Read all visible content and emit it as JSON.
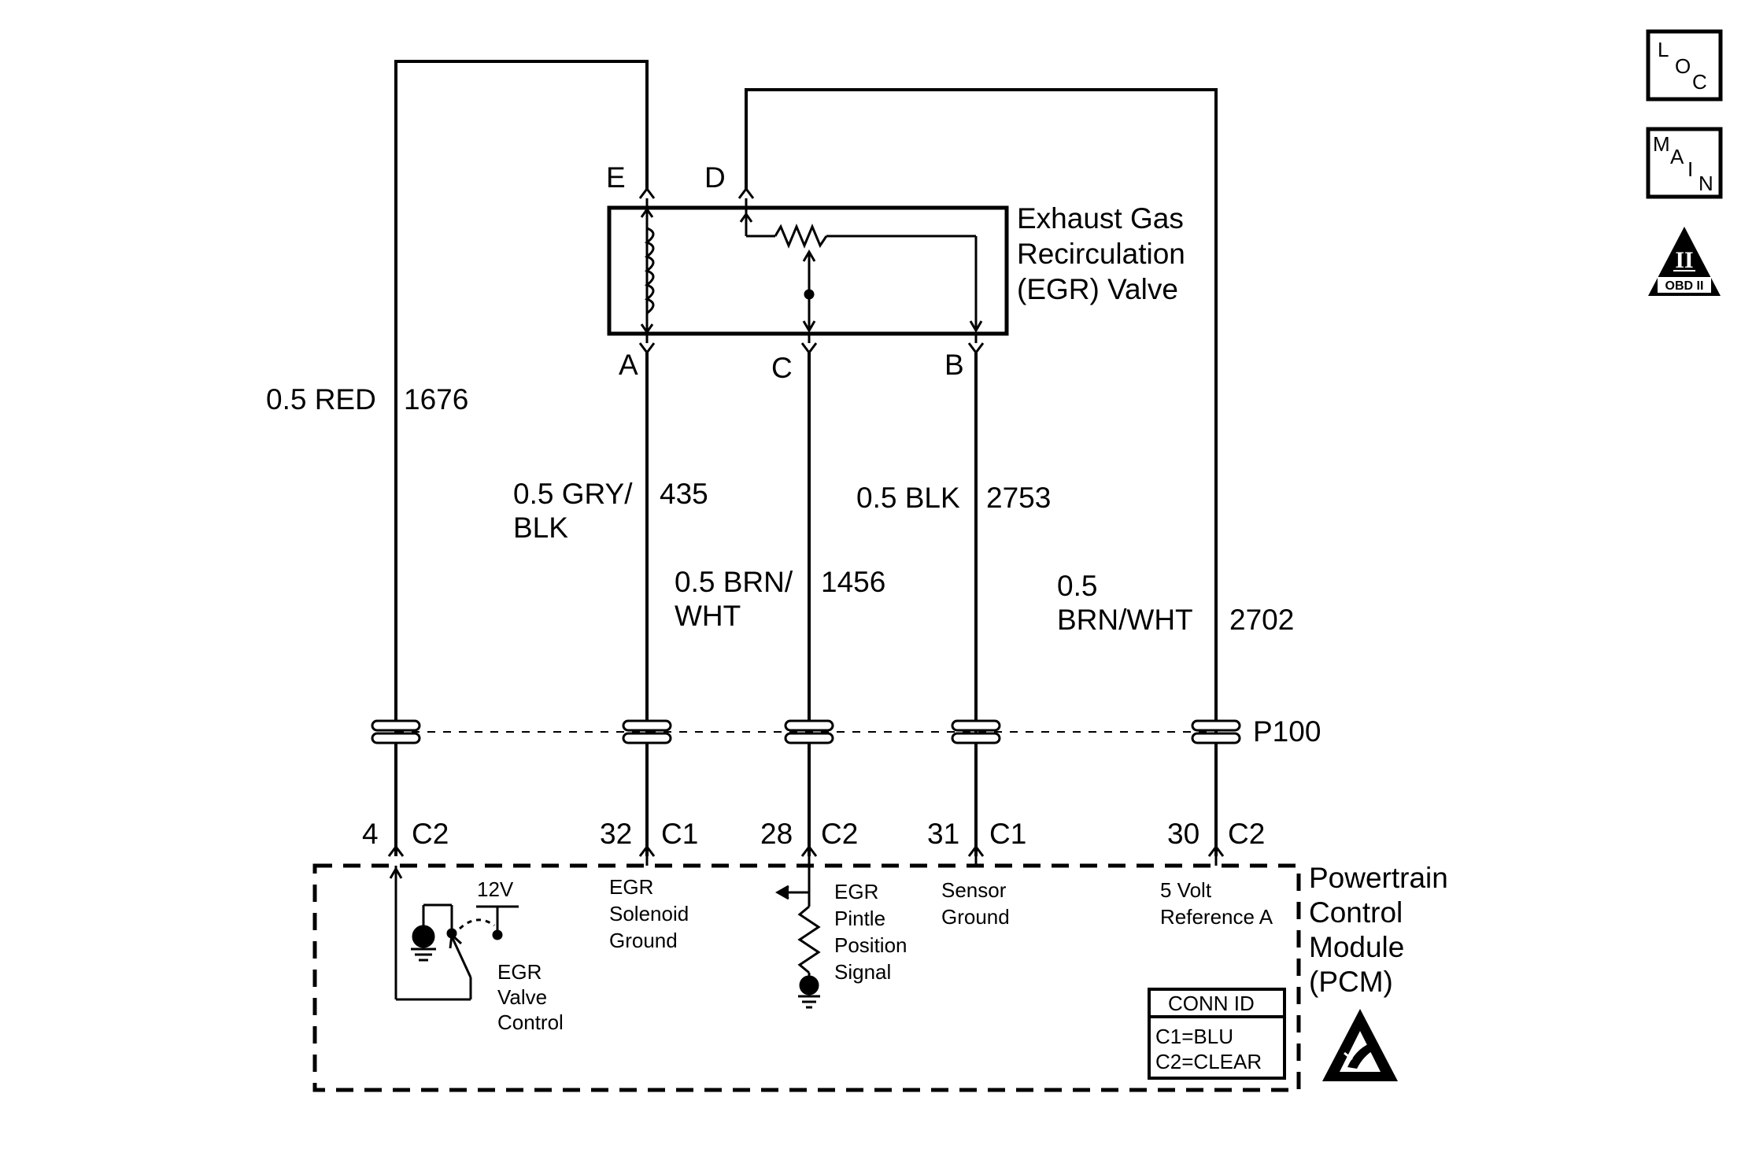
{
  "component": {
    "title_lines": [
      "Exhaust Gas",
      "Recirculation",
      "(EGR) Valve"
    ],
    "pins": {
      "E": "E",
      "D": "D",
      "A": "A",
      "C": "C",
      "B": "B"
    }
  },
  "wires": {
    "red": {
      "size_color": "0.5 RED",
      "circuit": "1676"
    },
    "gry_blk": {
      "size_color_line1": "0.5 GRY/",
      "size_color_line2": "BLK",
      "circuit": "435"
    },
    "brn_wht_1": {
      "size_color_line1": "0.5 BRN/",
      "size_color_line2": "WHT",
      "circuit": "1456"
    },
    "blk": {
      "size_color": "0.5 BLK",
      "circuit": "2753"
    },
    "brn_wht_2": {
      "size_color_line1": "0.5",
      "size_color_line2": "BRN/WHT",
      "circuit": "2702"
    }
  },
  "connector_p100": "P100",
  "pcm_terminals": [
    {
      "pin": "4",
      "conn": "C2"
    },
    {
      "pin": "32",
      "conn": "C1"
    },
    {
      "pin": "28",
      "conn": "C2"
    },
    {
      "pin": "31",
      "conn": "C1"
    },
    {
      "pin": "30",
      "conn": "C2"
    }
  ],
  "pcm_labels": {
    "voltage": "12V",
    "egr_valve_control": [
      "EGR",
      "Valve",
      "Control"
    ],
    "egr_solenoid_ground": [
      "EGR",
      "Solenoid",
      "Ground"
    ],
    "egr_pintle_position": [
      "EGR",
      "Pintle",
      "Position",
      "Signal"
    ],
    "sensor_ground": [
      "Sensor",
      "Ground"
    ],
    "five_volt_ref": [
      "5 Volt",
      "Reference A"
    ]
  },
  "pcm_title_lines": [
    "Powertrain",
    "Control",
    "Module",
    "(PCM)"
  ],
  "conn_id": {
    "title": "CONN ID",
    "c1": "C1=BLU",
    "c2": "C2=CLEAR"
  },
  "nav_icons": {
    "loc": [
      "L",
      "O",
      "C"
    ],
    "main": [
      "M",
      "A",
      "I",
      "N"
    ],
    "obd": {
      "numeral": "II",
      "label": "OBD II"
    }
  }
}
